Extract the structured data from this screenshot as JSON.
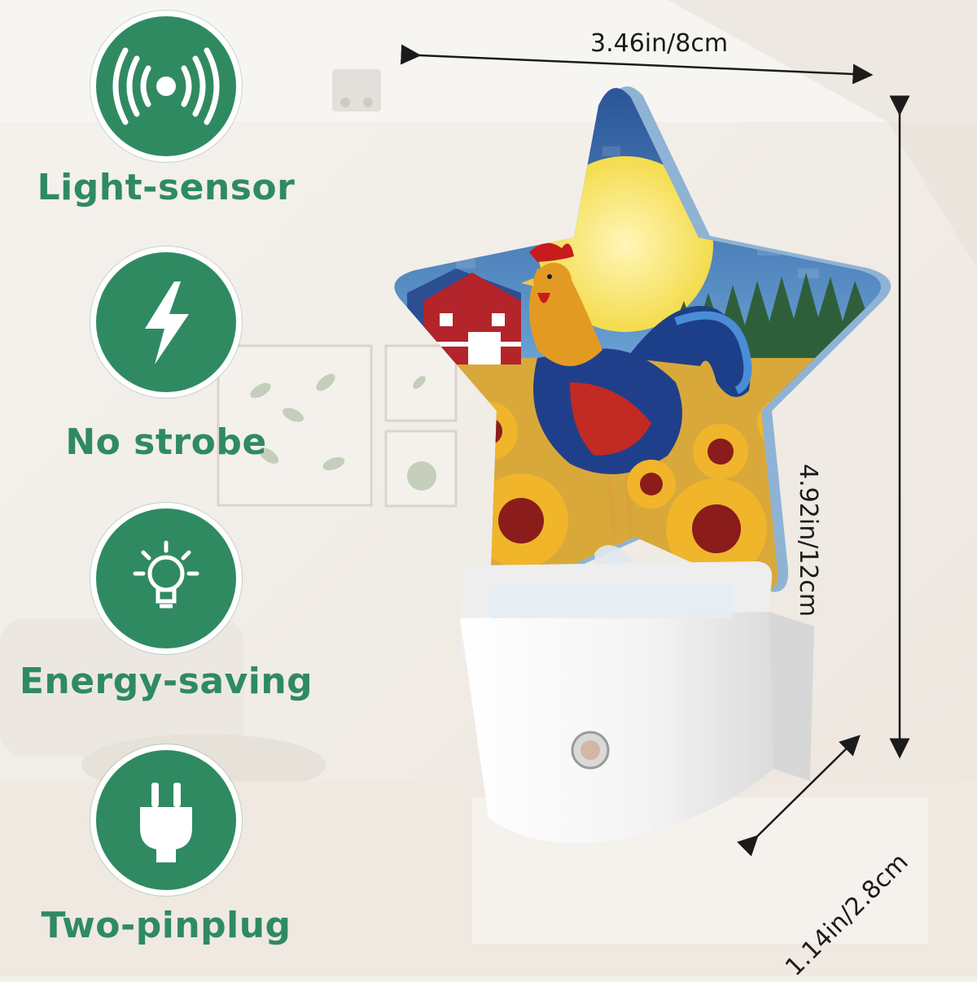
{
  "features": [
    {
      "icon": "light-sensor-icon",
      "label": "Light-sensor"
    },
    {
      "icon": "lightning-bolt-icon",
      "label": "No strobe"
    },
    {
      "icon": "light-bulb-icon",
      "label": "Energy-saving"
    },
    {
      "icon": "two-pin-plug-icon",
      "label": "Two-pinplug"
    }
  ],
  "dimensions": {
    "width": "3.46in/8cm",
    "height": "4.92in/12cm",
    "depth": "1.14in/2.8cm"
  },
  "colors": {
    "brand_green": "#2f8a62",
    "badge_ring": "#ffffff",
    "night_light_body": "#f7f7f7"
  }
}
